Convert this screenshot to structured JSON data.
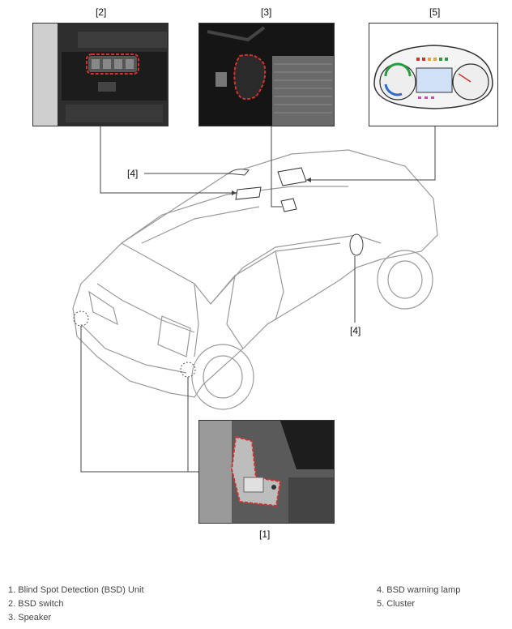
{
  "callouts": {
    "c1": "[1]",
    "c2": "[2]",
    "c3": "[3]",
    "c4a": "[4]",
    "c4b": "[4]",
    "c5": "[5]"
  },
  "legend": {
    "left": [
      "1. Blind Spot Detection (BSD) Unit",
      "2. BSD switch",
      "3. Speaker"
    ],
    "right": [
      "4. BSD warning lamp",
      "5. Cluster"
    ]
  },
  "colors": {
    "highlight": "#d0322d",
    "line": "#444444"
  }
}
